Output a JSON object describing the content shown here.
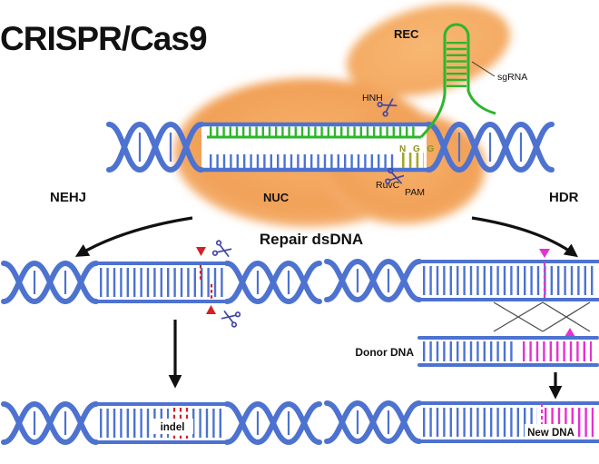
{
  "title": "CRISPR/Cas9",
  "cas9": {
    "rec_label": "REC",
    "nuc_label": "NUC",
    "hnh_label": "HNH",
    "ruvc_label": "RuvC",
    "pam_label": "PAM",
    "pam_sequence": "N G G",
    "sgrna_label": "sgRNA"
  },
  "center_caption": "Repair dsDNA",
  "pathways": {
    "nhej": {
      "label": "NEHJ",
      "result": "indel"
    },
    "hdr": {
      "label": "HDR",
      "donor": "Donor DNA",
      "result": "New DNA"
    }
  },
  "icons": {
    "scissors": "scissors-icon",
    "cut_marker": "cut-triangle-marker"
  },
  "colors": {
    "cas9_orange": "#f2a55e",
    "dna_blue": "#4d72d0",
    "sgrna_green": "#2db52d",
    "cut_red": "#d42027",
    "new_dna_magenta": "#e531d1",
    "pam_olive": "#9aa02a"
  }
}
